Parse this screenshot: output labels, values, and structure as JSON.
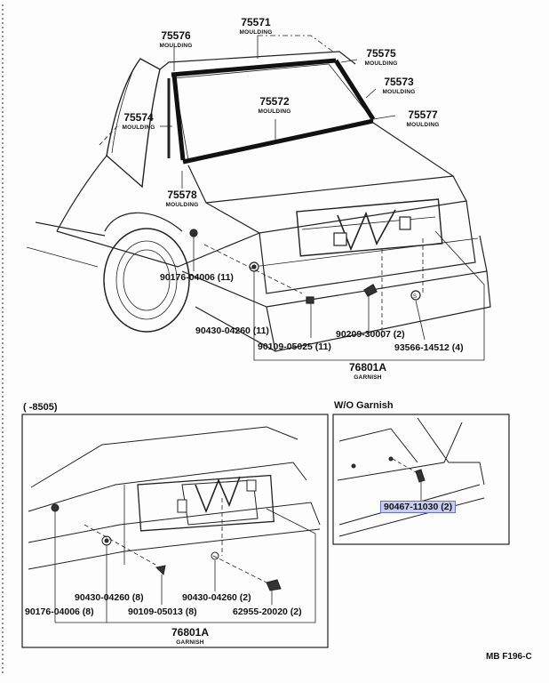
{
  "top": {
    "moulding_word": "MOULDING",
    "mouldings": {
      "m75576": "75576",
      "m75571": "75571",
      "m75575": "75575",
      "m75573": "75573",
      "m75574": "75574",
      "m75572": "75572",
      "m75577": "75577",
      "m75578": "75578"
    },
    "parts": {
      "p90176": "90176-04006 (11)",
      "p90209": "90209-30007 (2)",
      "p90430": "90430-04260 (11)",
      "p90109": "90109-05025 (11)",
      "p93566": "93566-14512 (4)"
    },
    "garnish_num": "76801A",
    "garnish_word": "GARNISH"
  },
  "bottom_left": {
    "range_title": "(      -8505)",
    "parts": {
      "p90430a": "90430-04260 (8)",
      "p90430b": "90430-04260 (2)",
      "p90176": "90176-04006 (8)",
      "p90109": "90109-05013 (8)",
      "p62955": "62955-20020 (2)"
    },
    "garnish_num": "76801A",
    "garnish_word": "GARNISH"
  },
  "bottom_right": {
    "title": "W/O Garnish",
    "part": "90467-11030 (2)"
  },
  "footer_code": "MB F196-C"
}
